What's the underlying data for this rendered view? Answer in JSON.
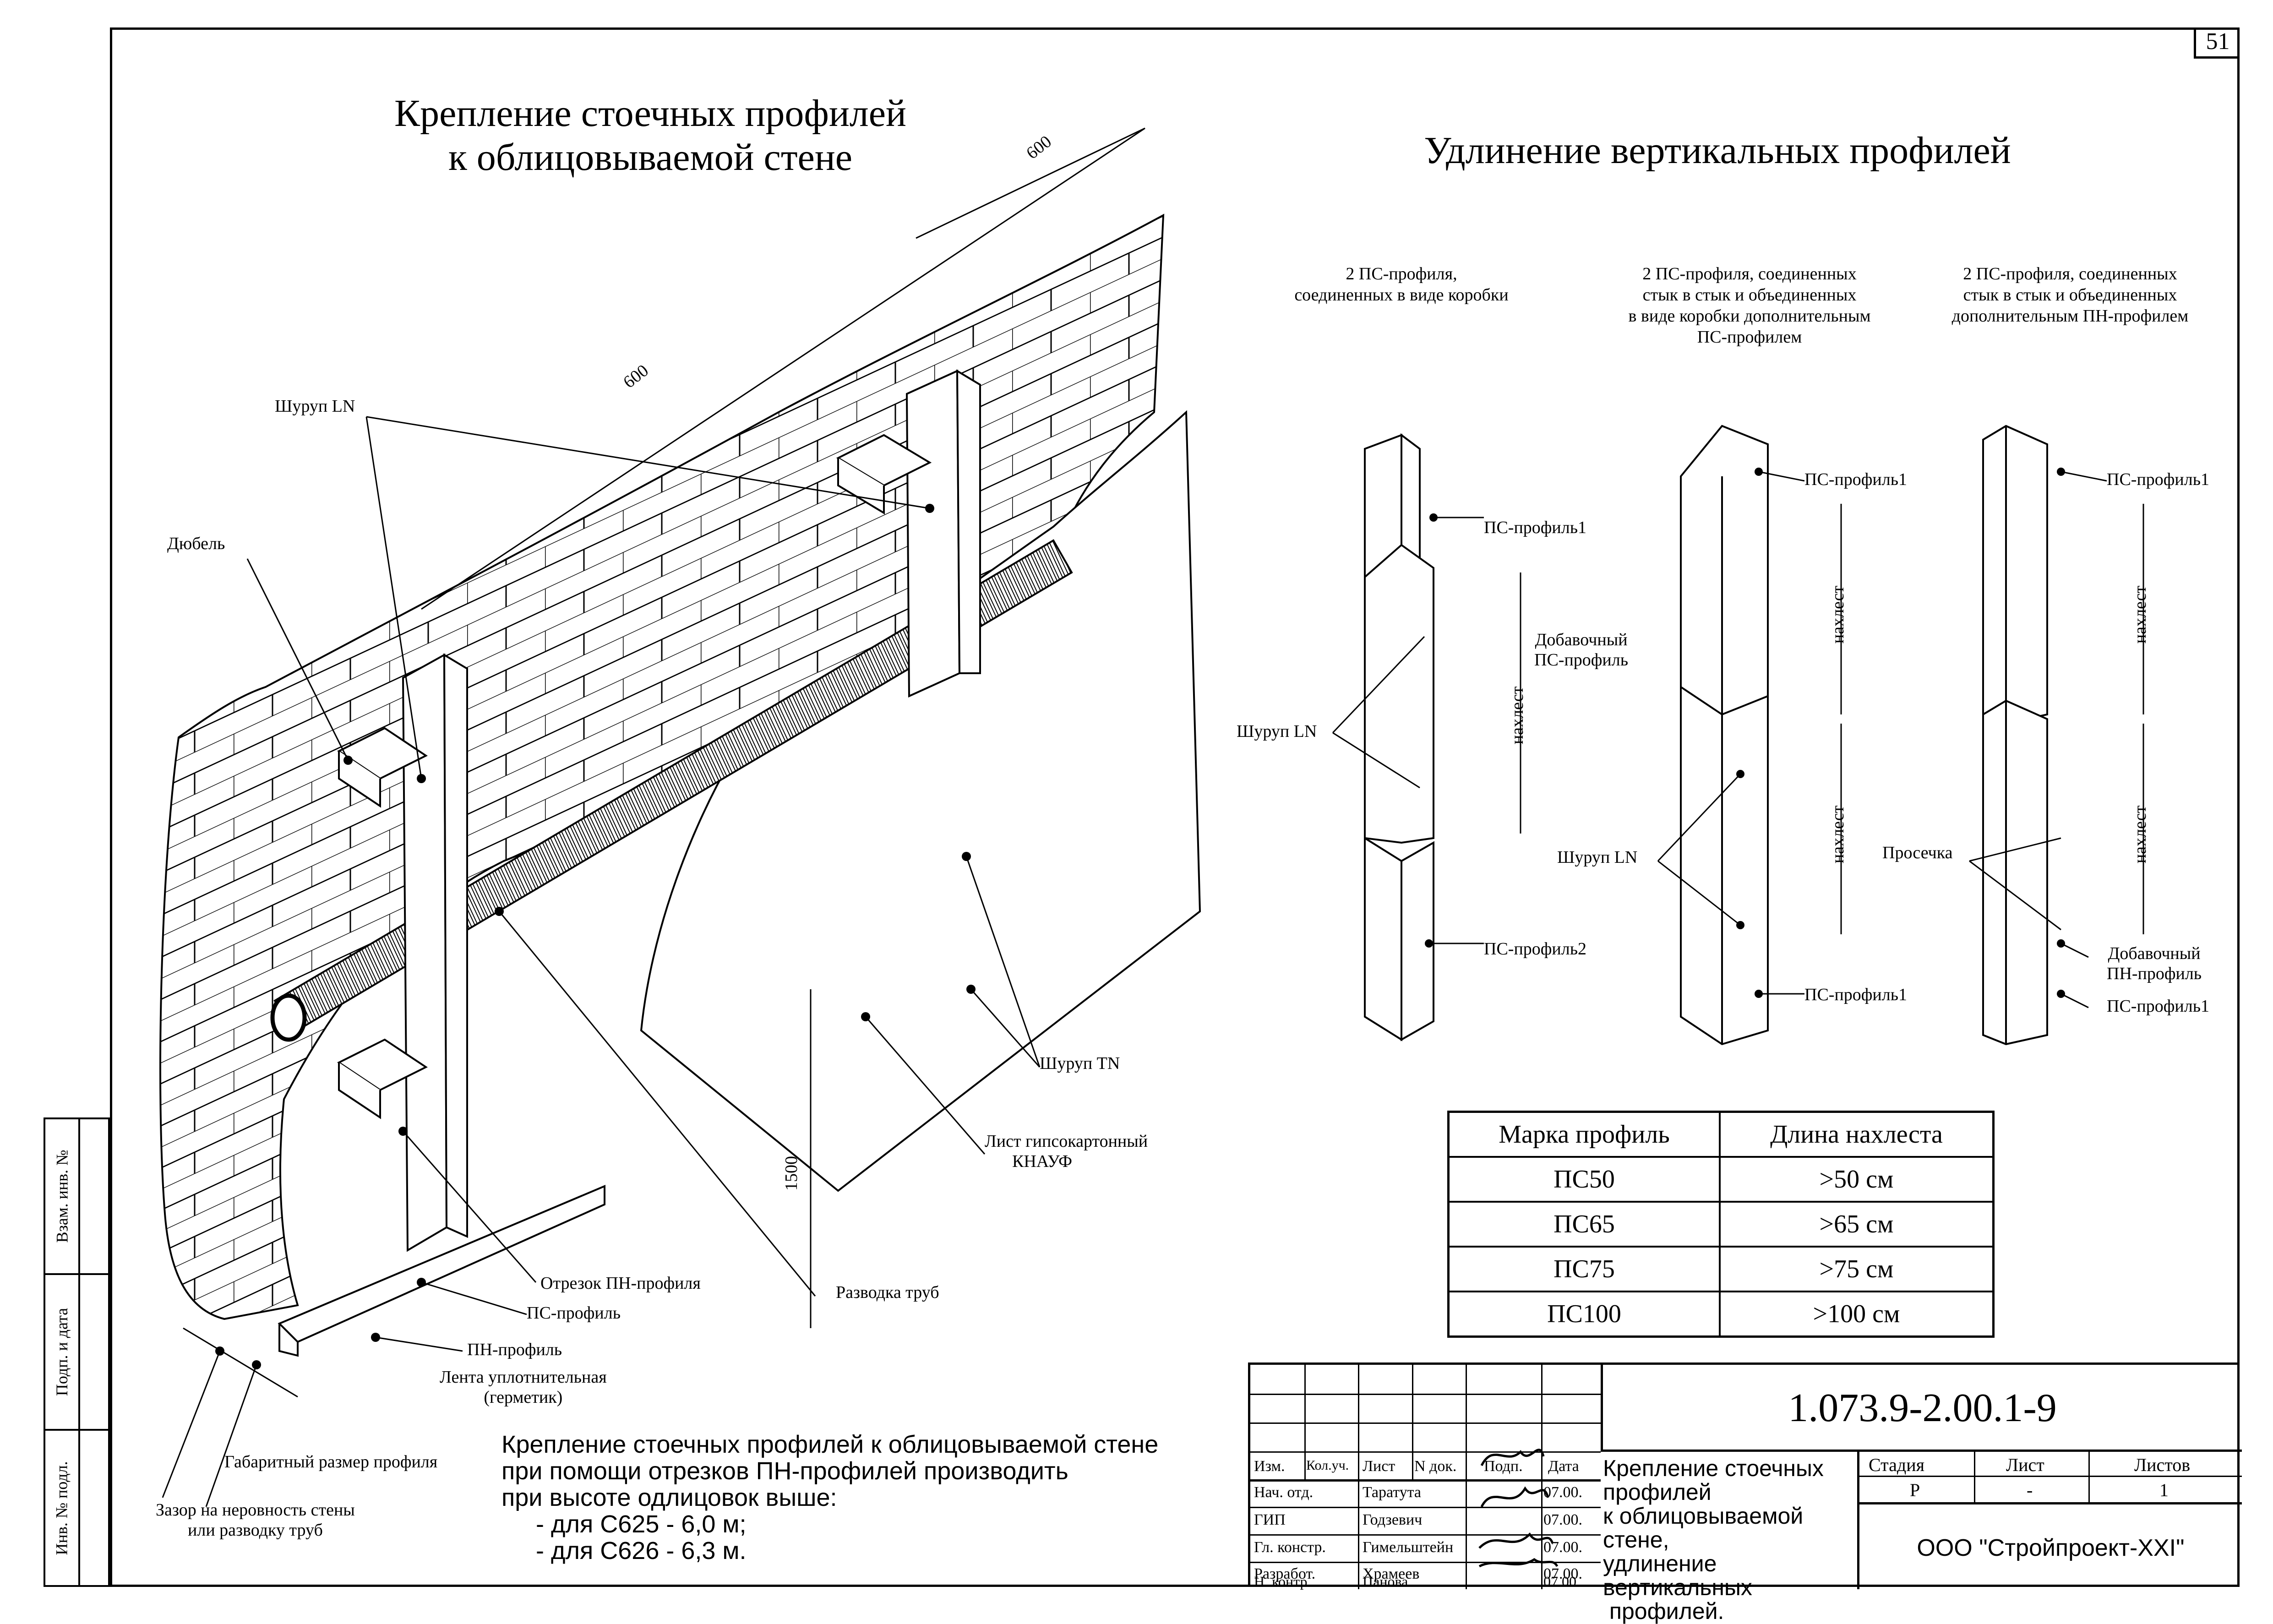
{
  "sheet_number": "51",
  "left_title_line1": "Крепление стоечных профилей",
  "left_title_line2": "к облицовываемой стене",
  "right_title": "Удлинение вертикальных профилей",
  "dimensions": {
    "d600_top": "600",
    "d600_mid": "600",
    "d1500": "1500"
  },
  "left_labels": {
    "screw_ln": "Шуруп LN",
    "dowel": "Дюбель",
    "screw_tn": "Шуруп TN",
    "gypsum_line1": "Лист гипсокартонный",
    "gypsum_line2": "КНАУФ",
    "pipes": "Разводка труб",
    "pn_piece": "Отрезок ПН-профиля",
    "ps_profile": "ПС-профиль",
    "pn_profile": "ПН-профиль",
    "tape_line1": "Лента уплотнительная",
    "tape_line2": "(герметик)",
    "size_profile": "Габаритный размер профиля",
    "gap_line1": "Зазор на неровность стены",
    "gap_line2": "или разводку труб"
  },
  "variants": [
    {
      "caption_lines": [
        "2 ПС-профиля,",
        "соединенных в виде коробки"
      ]
    },
    {
      "caption_lines": [
        "2 ПС-профиля, соединенных",
        "стык в стык и объединенных",
        "в виде коробки дополнительным",
        "ПС-профилем"
      ]
    },
    {
      "caption_lines": [
        "2 ПС-профиля, соединенных",
        "стык в стык и объединенных",
        "дополнительным ПН-профилем"
      ]
    }
  ],
  "right_labels": {
    "ps1": "ПС-профиль1",
    "ps2": "ПС-профиль2",
    "screw_ln": "Шуруп LN",
    "overlap": "нахлест",
    "extra_ps_line1": "Добавочный",
    "extra_ps_line2": "ПС-профиль",
    "crimp": "Просечка",
    "extra_pn_line1": "Добавочный",
    "extra_pn_line2": "ПН-профиль"
  },
  "overlap_table": {
    "headers": [
      "Марка профиль",
      "Длина нахлеста"
    ],
    "rows": [
      [
        "ПС50",
        ">50 см"
      ],
      [
        "ПС65",
        ">65 см"
      ],
      [
        "ПС75",
        ">75 см"
      ],
      [
        "ПС100",
        ">100 см"
      ]
    ]
  },
  "note_lines": [
    "Крепление стоечных профилей к облицовываемой стене",
    "при помощи отрезков ПН-профилей производить",
    "при высоте одлицовок выше:",
    "     - для С625 - 6,0 м;",
    "     - для С626 - 6,3 м."
  ],
  "sidebar": [
    "Взам. инв. №",
    "Подп. и дата",
    "Инв. № подл."
  ],
  "stamp": {
    "headers": [
      "Изм.",
      "Кол.уч.",
      "Лист",
      "N док.",
      "Подп.",
      "Дата"
    ],
    "rows": [
      {
        "role": "Нач. отд.",
        "name": "Таратута",
        "date": "07.00."
      },
      {
        "role": "ГИП",
        "name": "Годзевич",
        "date": "07.00."
      },
      {
        "role": "Гл. констр.",
        "name": "Гимельштейн",
        "date": "07.00."
      },
      {
        "role": "Разработ.",
        "name": "Храмеев",
        "date": "07.00."
      },
      {
        "role": "Н. контр.",
        "name": "Панова",
        "date": "07.00."
      }
    ],
    "code": "1.073.9-2.00.1-9",
    "name_lines": [
      "Крепление стоечных профилей",
      "к облицовываемой стене,",
      "удлинение вертикальных",
      " профилей."
    ],
    "stage_headers": [
      "Стадия",
      "Лист",
      "Листов"
    ],
    "stage_values": [
      "Р",
      "-",
      "1"
    ],
    "organization": "ООО \"Стройпроект-XXI\""
  }
}
